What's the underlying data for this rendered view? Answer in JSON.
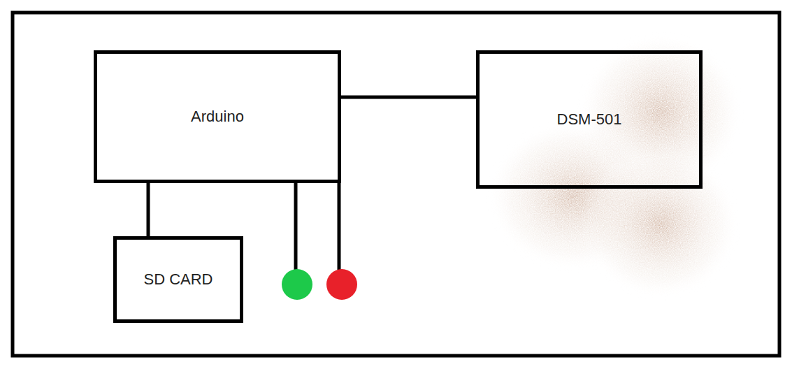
{
  "diagram": {
    "nodes": [
      {
        "text": [
          "Arduino"
        ]
      },
      {
        "text": [
          "DSM-501"
        ]
      },
      {
        "text": [
          "SD CARD"
        ]
      }
    ],
    "edges": [
      {
        "from": 0,
        "to": 1,
        "arrow": "none"
      },
      {
        "from": 0,
        "to": 2,
        "arrow": "none"
      }
    ]
  }
}
